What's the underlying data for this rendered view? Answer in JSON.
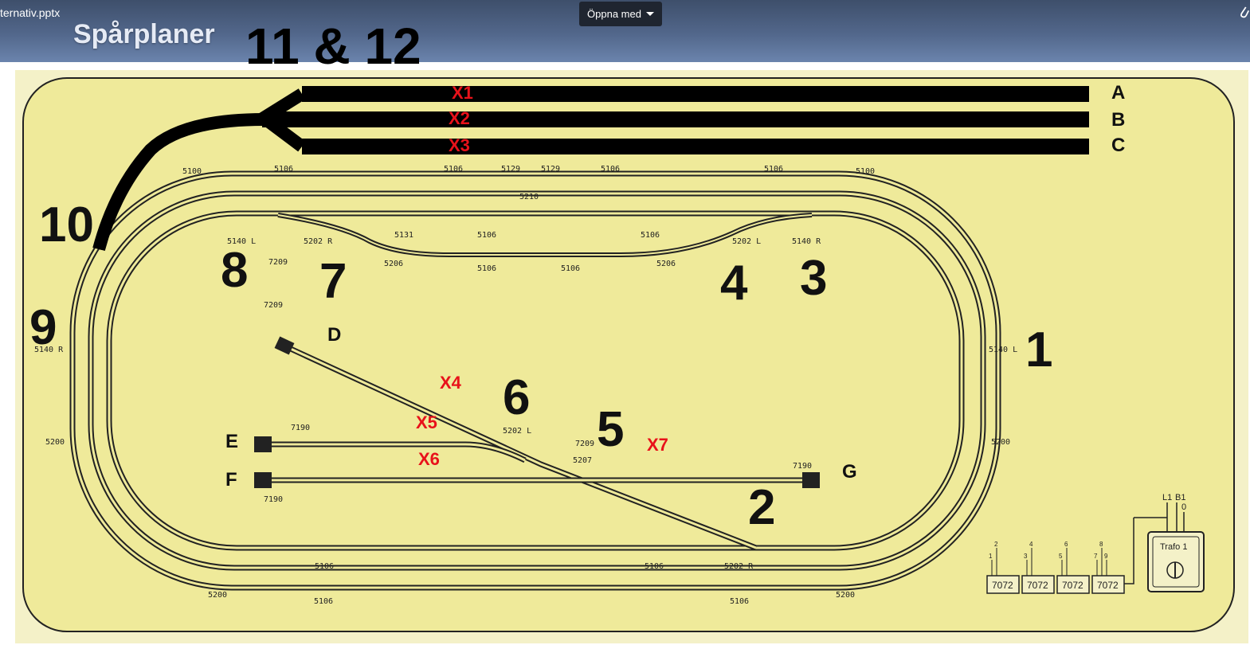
{
  "app": {
    "file_name": "ternativ.pptx",
    "open_with_label": "Öppna med",
    "slide_title": "Spårplaner",
    "heading_numbers": "11 & 12"
  },
  "colors": {
    "topbar": "#52678b",
    "board": "#efea9a",
    "track": "#111111",
    "marker_red": "#e8121a"
  },
  "diagram": {
    "sidings": [
      "A",
      "B",
      "C"
    ],
    "x_markers": [
      "X1",
      "X2",
      "X3",
      "X4",
      "X5",
      "X6",
      "X7"
    ],
    "section_numbers": [
      "1",
      "2",
      "3",
      "4",
      "5",
      "6",
      "7",
      "8",
      "9",
      "10"
    ],
    "track_end_letters": [
      "D",
      "E",
      "F",
      "G"
    ],
    "part_codes": [
      "5100",
      "5106",
      "5129",
      "5210",
      "5131",
      "5140 L",
      "5202 R",
      "5202 L",
      "5140 R",
      "5206",
      "5200",
      "5207",
      "7190",
      "7209",
      "5202 L",
      "5202 R",
      "5140 R",
      "5140 L"
    ],
    "control_panel": {
      "transformer_label": "Trafo 1",
      "terminals": [
        "L1",
        "B1",
        "0"
      ],
      "switch_boxes": [
        "7072",
        "7072",
        "7072",
        "7072"
      ],
      "box_pins": [
        "1",
        "2",
        "3",
        "4",
        "5",
        "6",
        "7",
        "8",
        "9"
      ]
    }
  }
}
